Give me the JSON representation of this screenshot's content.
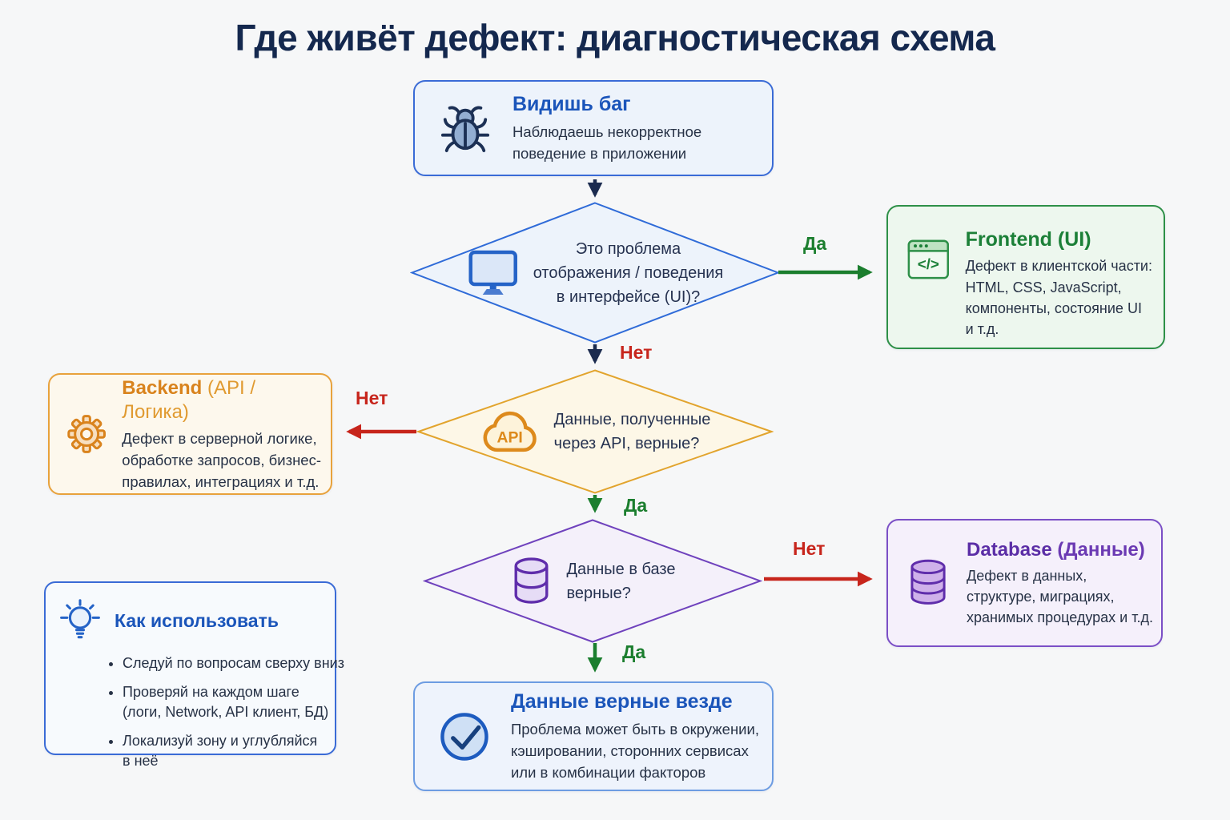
{
  "title": "Где живёт дефект: диагностическая схема",
  "labels": {
    "yes1": "Да",
    "no1": "Нет",
    "no2": "Нет",
    "yes2": "Да",
    "no3": "Нет",
    "yes3": "Да"
  },
  "nodes": {
    "start": {
      "title": "Видишь баг",
      "desc_lines": [
        "Наблюдаешь некорректное",
        "поведение в приложении"
      ]
    },
    "q_ui": {
      "lines": [
        "Это проблема",
        "отображения / поведения",
        "в интерфейсе (UI)?"
      ]
    },
    "frontend": {
      "title": "Frontend (UI)",
      "desc_lines": [
        "Дефект в клиентской части:",
        "HTML, CSS, JavaScript,",
        "компоненты, состояние UI",
        "и т.д."
      ]
    },
    "q_api": {
      "icon_label": "API",
      "lines": [
        "Данные, полученные",
        "через API, верные?"
      ]
    },
    "backend": {
      "title_main": "Backend",
      "title_suffix": " (API / Логика)",
      "desc_lines": [
        "Дефект в серверной логике,",
        "обработке запросов, бизнес-",
        "правилах, интеграциях и т.д."
      ]
    },
    "q_db": {
      "lines": [
        "Данные в базе",
        "верные?"
      ]
    },
    "database": {
      "title_main": "Database",
      "title_suffix": " (Данные)",
      "desc_lines": [
        "Дефект в данных,",
        "структуре, миграциях,",
        "хранимых процедурах и т.д."
      ]
    },
    "final": {
      "title": "Данные верные везде",
      "desc_lines": [
        "Проблема может быть в окружении,",
        "кэшировании, сторонних сервисах",
        "или в комбинации факторов"
      ]
    },
    "howto": {
      "title": "Как использовать",
      "items": [
        [
          "Следуй по вопросам сверху вниз"
        ],
        [
          "Проверяй на каждом шаге",
          "(логи, Network, API клиент, БД)"
        ],
        [
          "Локализуй зону и углубляйся",
          "в неё"
        ]
      ]
    }
  },
  "colors": {
    "navy": "#1b2b4f",
    "blue": "#2f6bd8",
    "green": "#1f7e32",
    "orange": "#e2a42d",
    "purple": "#6f42bd",
    "red": "#c7251c"
  }
}
